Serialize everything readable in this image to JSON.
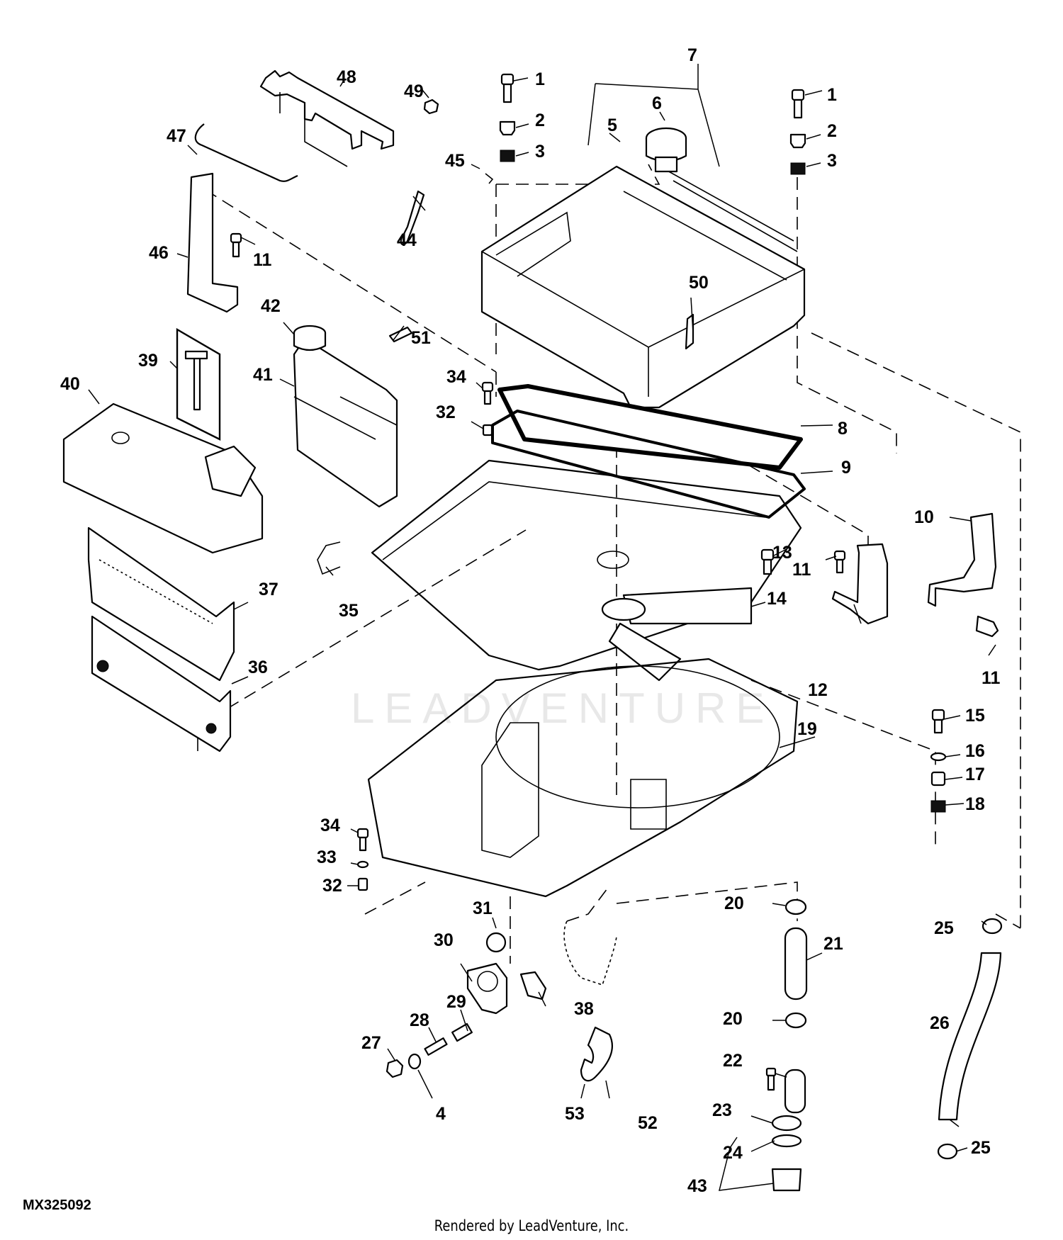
{
  "diagram": {
    "figure_id": "MX325092",
    "render_credit": "Rendered by LeadVenture, Inc.",
    "watermark": "LEADVENTURE",
    "callouts": [
      {
        "id": "c7",
        "label": "7"
      },
      {
        "id": "c1a",
        "label": "1"
      },
      {
        "id": "c2a",
        "label": "2"
      },
      {
        "id": "c3a",
        "label": "3"
      },
      {
        "id": "c6",
        "label": "6"
      },
      {
        "id": "c5",
        "label": "5"
      },
      {
        "id": "c1b",
        "label": "1"
      },
      {
        "id": "c2b",
        "label": "2"
      },
      {
        "id": "c3b",
        "label": "3"
      },
      {
        "id": "c48",
        "label": "48"
      },
      {
        "id": "c49",
        "label": "49"
      },
      {
        "id": "c47",
        "label": "47"
      },
      {
        "id": "c45",
        "label": "45"
      },
      {
        "id": "c44",
        "label": "44"
      },
      {
        "id": "c46",
        "label": "46"
      },
      {
        "id": "c11a",
        "label": "11"
      },
      {
        "id": "c50",
        "label": "50"
      },
      {
        "id": "c42",
        "label": "42"
      },
      {
        "id": "c51",
        "label": "51"
      },
      {
        "id": "c41",
        "label": "41"
      },
      {
        "id": "c39",
        "label": "39"
      },
      {
        "id": "c40",
        "label": "40"
      },
      {
        "id": "c34a",
        "label": "34"
      },
      {
        "id": "c32a",
        "label": "32"
      },
      {
        "id": "c8",
        "label": "8"
      },
      {
        "id": "c9",
        "label": "9"
      },
      {
        "id": "c10",
        "label": "10"
      },
      {
        "id": "c13",
        "label": "13"
      },
      {
        "id": "c11b",
        "label": "11"
      },
      {
        "id": "c37",
        "label": "37"
      },
      {
        "id": "c35",
        "label": "35"
      },
      {
        "id": "c14",
        "label": "14"
      },
      {
        "id": "c11c",
        "label": "11"
      },
      {
        "id": "c12",
        "label": "12"
      },
      {
        "id": "c36",
        "label": "36"
      },
      {
        "id": "c15",
        "label": "15"
      },
      {
        "id": "c19",
        "label": "19"
      },
      {
        "id": "c16",
        "label": "16"
      },
      {
        "id": "c17",
        "label": "17"
      },
      {
        "id": "c18",
        "label": "18"
      },
      {
        "id": "c34b",
        "label": "34"
      },
      {
        "id": "c33",
        "label": "33"
      },
      {
        "id": "c32b",
        "label": "32"
      },
      {
        "id": "c20a",
        "label": "20"
      },
      {
        "id": "c25a",
        "label": "25"
      },
      {
        "id": "c31",
        "label": "31"
      },
      {
        "id": "c30",
        "label": "30"
      },
      {
        "id": "c21",
        "label": "21"
      },
      {
        "id": "c38",
        "label": "38"
      },
      {
        "id": "c29",
        "label": "29"
      },
      {
        "id": "c28",
        "label": "28"
      },
      {
        "id": "c20b",
        "label": "20"
      },
      {
        "id": "c26",
        "label": "26"
      },
      {
        "id": "c27",
        "label": "27"
      },
      {
        "id": "c22",
        "label": "22"
      },
      {
        "id": "c53",
        "label": "53"
      },
      {
        "id": "c4",
        "label": "4"
      },
      {
        "id": "c52",
        "label": "52"
      },
      {
        "id": "c23",
        "label": "23"
      },
      {
        "id": "c24",
        "label": "24"
      },
      {
        "id": "c25b",
        "label": "25"
      },
      {
        "id": "c43",
        "label": "43"
      }
    ]
  }
}
